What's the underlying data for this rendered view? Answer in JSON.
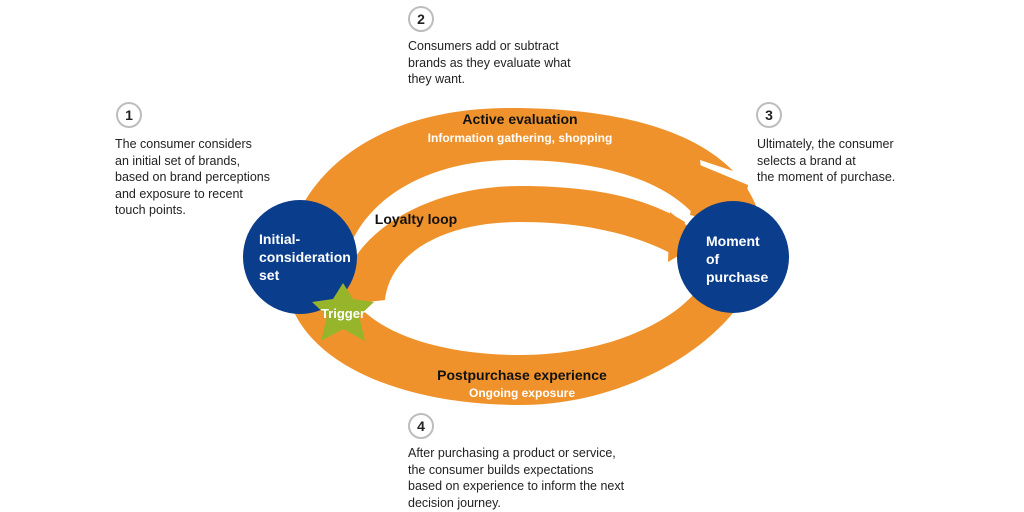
{
  "steps": [
    {
      "num": "1",
      "text": "The consumer considers\nan initial set of brands,\nbased on brand perceptions\nand exposure to recent\ntouch points."
    },
    {
      "num": "2",
      "text": "Consumers add or subtract\nbrands as they evaluate what\nthey want."
    },
    {
      "num": "3",
      "text": "Ultimately, the consumer\nselects a brand at\nthe moment of purchase."
    },
    {
      "num": "4",
      "text": "After purchasing a product or service,\nthe consumer builds expectations\nbased on experience to inform the next\ndecision journey."
    }
  ],
  "nodes": {
    "initial": [
      "Initial-",
      "consideration",
      "set"
    ],
    "purchase": [
      "Moment",
      "of",
      "purchase"
    ],
    "trigger": "Trigger"
  },
  "arcs": {
    "active_title": "Active evaluation",
    "active_sub": "Information gathering, shopping",
    "loyalty": "Loyalty loop",
    "post_title": "Postpurchase experience",
    "post_sub": "Ongoing exposure"
  },
  "colors": {
    "orange": "#f0922b",
    "blue": "#0a3d8c",
    "star": "#97b52a",
    "text_dark": "#111111",
    "text_light": "#ffffff"
  }
}
